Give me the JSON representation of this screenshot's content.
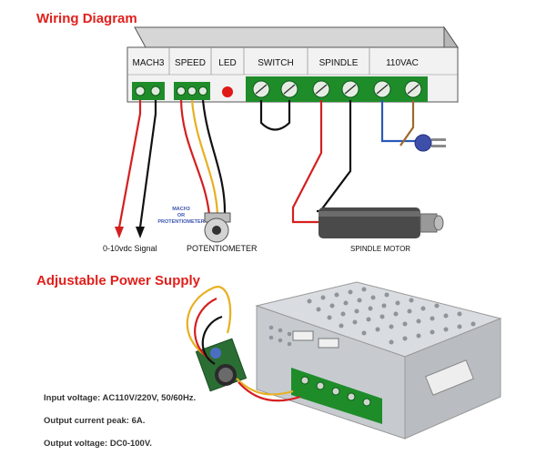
{
  "headings": {
    "wiring": "Wiring Diagram",
    "psu": "Adjustable Power Supply"
  },
  "terminals": [
    "MACH3",
    "SPEED",
    "LED",
    "SWITCH",
    "SPINDLE",
    "110VAC"
  ],
  "labels": {
    "signal": "0-10vdc Signal",
    "mach3_or_pot": "MACH3\nOR\nPROTENTIOMETER",
    "potentiometer": "POTENTIOMETER",
    "spindle_motor": "SPINDLE MOTOR"
  },
  "specs": [
    "Input voltage: AC110V/220V, 50/60Hz.",
    "Output current peak: 6A.",
    "Output voltage: DC0-100V."
  ],
  "colors": {
    "heading": "#e0201c",
    "terminal_green": "#1f8c2a",
    "wire_red": "#d41f1f",
    "wire_black": "#111111",
    "wire_yellow": "#e8b020",
    "wire_blue": "#2a5ab8",
    "wire_brown": "#9a6a2a",
    "led": "#e01818"
  },
  "icons": [
    "potentiometer-knob-icon",
    "ac-plug-icon",
    "spindle-motor-icon",
    "led-indicator-icon"
  ]
}
